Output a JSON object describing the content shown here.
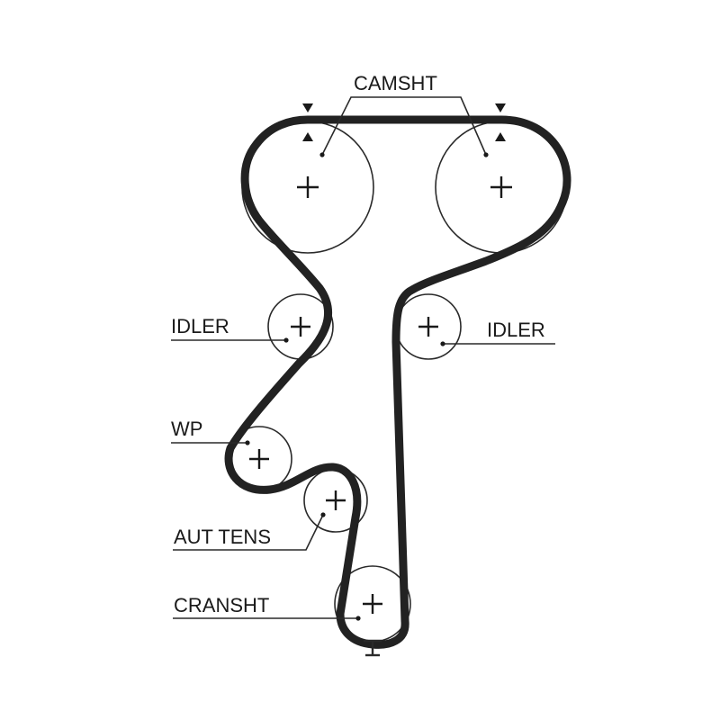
{
  "labels": {
    "camshaft": "CAMSHT",
    "idler_left": "IDLER",
    "idler_right": "IDLER",
    "water_pump": "WP",
    "auto_tensioner": "AUT TENS",
    "crankshaft": "CRANSHT"
  },
  "colors": {
    "belt": "#222222",
    "line": "#2a2a2a",
    "background": "#ffffff"
  }
}
